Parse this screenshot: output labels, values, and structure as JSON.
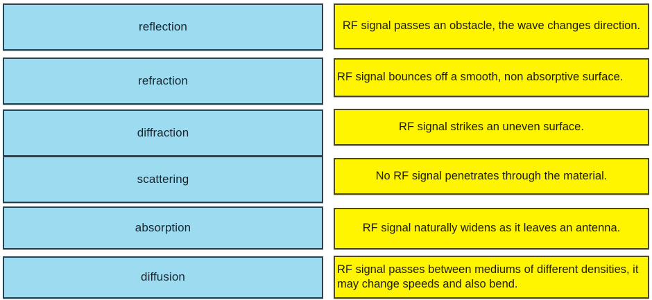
{
  "board": {
    "title": "RF signal behaviors matching exercise",
    "colors": {
      "term_fill": "#9ddcf0",
      "term_border": "#2c4150",
      "definition_fill": "#fff500",
      "definition_border": "#4e4a14",
      "page_background": "#ffffff",
      "text": "#18242e"
    }
  },
  "terms": [
    {
      "label": "reflection"
    },
    {
      "label": "refraction"
    },
    {
      "label": "diffraction"
    },
    {
      "label": "scattering"
    },
    {
      "label": "absorption"
    },
    {
      "label": "diffusion"
    }
  ],
  "definitions": [
    {
      "text": "RF signal passes an obstacle, the wave changes direction.",
      "align": "center"
    },
    {
      "text": "RF signal bounces off a smooth, non absorptive surface.",
      "align": "left"
    },
    {
      "text": "RF signal strikes an uneven surface.",
      "align": "center"
    },
    {
      "text": "No RF signal penetrates through the material.",
      "align": "center"
    },
    {
      "text": "RF signal naturally widens as it leaves an antenna.",
      "align": "center"
    },
    {
      "text": "RF signal passes between mediums of different densities, it may change speeds and also bend.",
      "align": "left"
    }
  ]
}
